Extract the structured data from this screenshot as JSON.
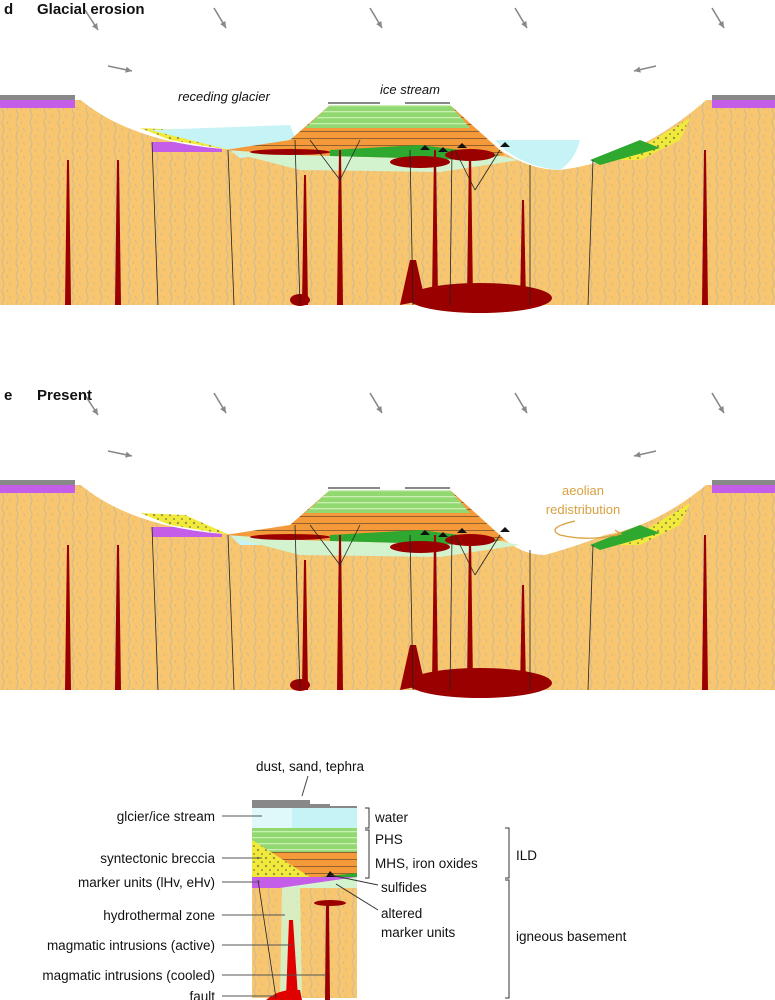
{
  "panels": [
    {
      "letter": "d",
      "title": "Glacial erosion",
      "labels": {
        "glacier": "receding glacier",
        "stream": "ice stream"
      }
    },
    {
      "letter": "e",
      "title": "Present",
      "labels": {
        "aeolian_1": "aeolian",
        "aeolian_2": "redistribution"
      }
    }
  ],
  "legend": {
    "top": "dust, sand, tephra",
    "left": [
      "glcier/ice stream",
      "syntectonic breccia",
      "marker units (lHv, eHv)",
      "hydrothermal zone",
      "magmatic intrusions (active)",
      "magmatic intrusions (cooled)",
      "fault"
    ],
    "right": [
      "water",
      "PHS",
      "MHS, iron oxides",
      "sulfides",
      "altered",
      "marker units"
    ],
    "groups": [
      "ILD",
      "igneous basement"
    ]
  },
  "colors": {
    "basement": "#f8c66e",
    "ild_orange": "#f59a3a",
    "phs_green": "#92d870",
    "water": "#c6f3f5",
    "altered": "#d3f3cf",
    "intrusion": "#9a0000",
    "active": "#e00000",
    "marker": "#c45ee8",
    "dust": "#888888",
    "breccia": "#f2ea3a",
    "sulfide_green": "#2fa82f"
  }
}
